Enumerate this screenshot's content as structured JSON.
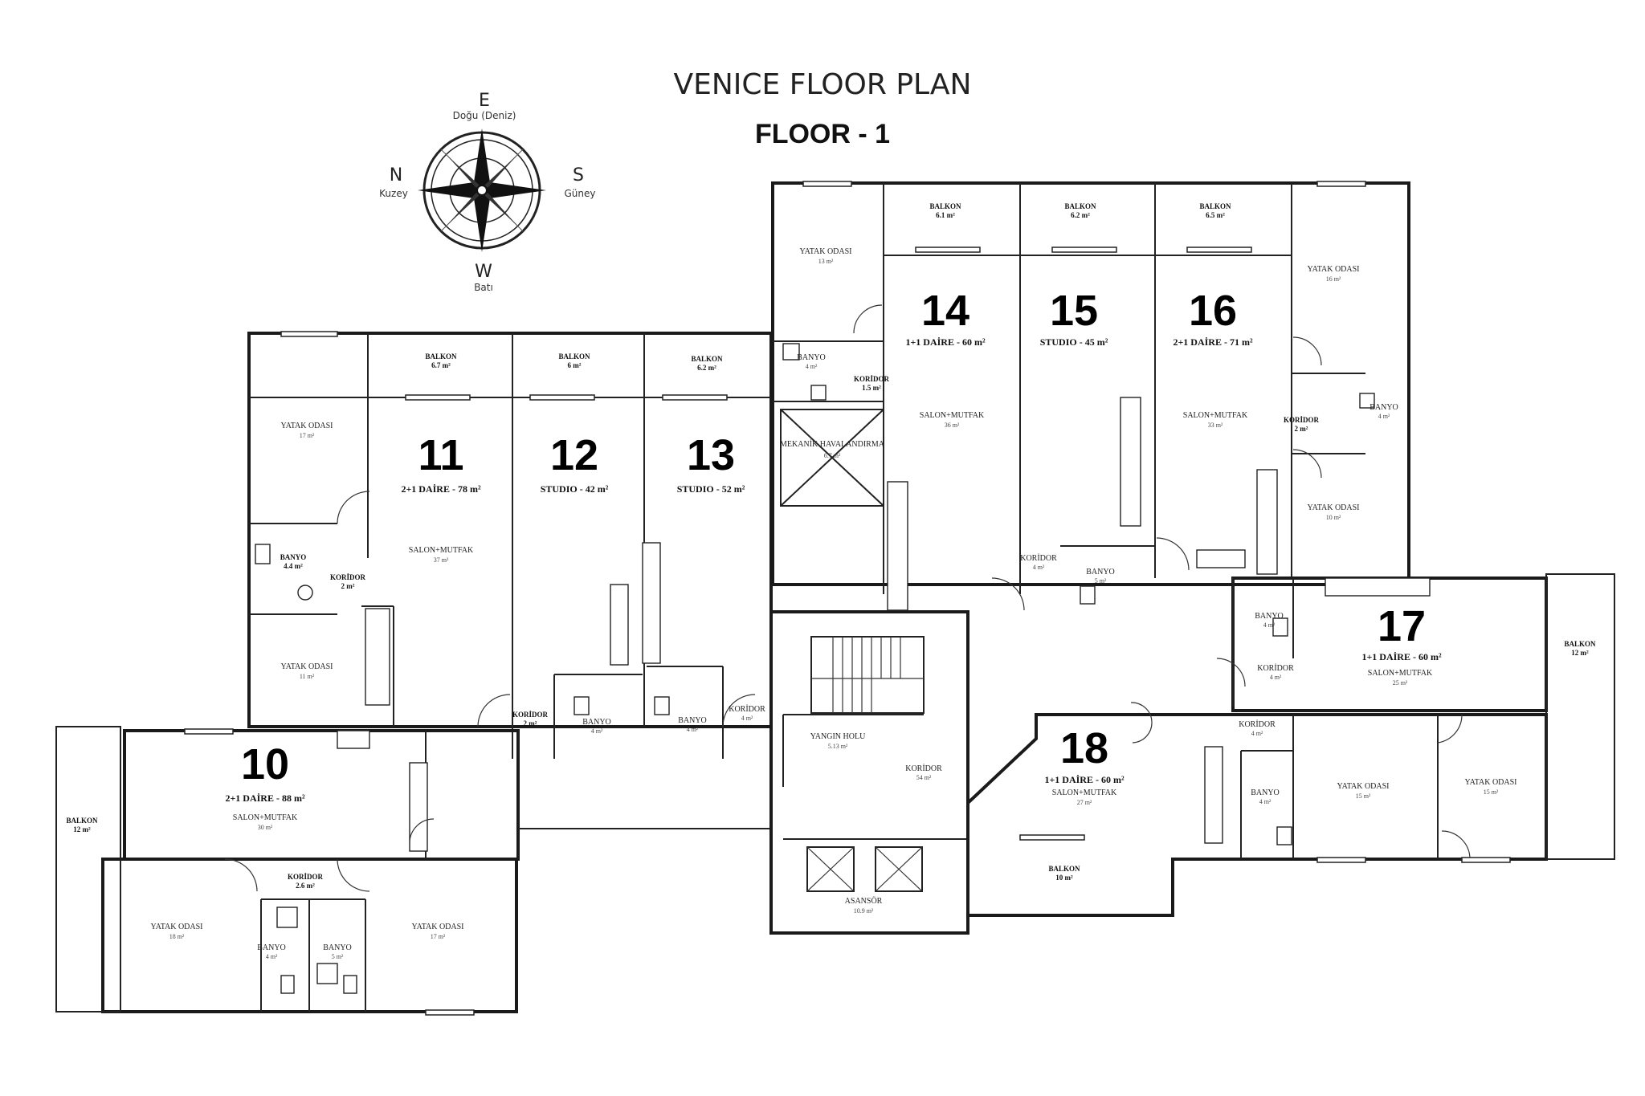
{
  "title": "VENICE FLOOR PLAN",
  "subtitle": "FLOOR - 1",
  "compass": {
    "e": "E",
    "e_sub": "Doğu (Deniz)",
    "n": "N",
    "n_sub": "Kuzey",
    "s": "S",
    "s_sub": "Güney",
    "w": "W",
    "w_sub": "Batı"
  },
  "units": [
    {
      "number": "10",
      "type": "2+1 DAİRE - 88 m²"
    },
    {
      "number": "11",
      "type": "2+1 DAİRE - 78 m²"
    },
    {
      "number": "12",
      "type": "STUDIO - 42 m²"
    },
    {
      "number": "13",
      "type": "STUDIO - 52 m²"
    },
    {
      "number": "14",
      "type": "1+1 DAİRE - 60 m²"
    },
    {
      "number": "15",
      "type": "STUDIO - 45 m²"
    },
    {
      "number": "16",
      "type": "2+1 DAİRE - 71 m²"
    },
    {
      "number": "17",
      "type": "1+1 DAİRE - 60 m²"
    },
    {
      "number": "18",
      "type": "1+1 DAİRE - 60 m²"
    }
  ],
  "rooms": [
    {
      "name": "BALKON",
      "area": "6.7 m²",
      "bold": true
    },
    {
      "name": "BALKON",
      "area": "6 m²",
      "bold": true
    },
    {
      "name": "BALKON",
      "area": "6.2 m²",
      "bold": true
    },
    {
      "name": "BALKON",
      "area": "6.1 m²",
      "bold": true
    },
    {
      "name": "BALKON",
      "area": "6.2 m²",
      "bold": true
    },
    {
      "name": "BALKON",
      "area": "6.5 m²",
      "bold": true
    },
    {
      "name": "BALKON",
      "area": "12 m²",
      "bold": true
    },
    {
      "name": "BALKON",
      "area": "12 m²",
      "bold": true
    },
    {
      "name": "BALKON",
      "area": "10 m²",
      "bold": true
    },
    {
      "name": "YATAK ODASI",
      "area": "13 m²",
      "bold": false
    },
    {
      "name": "YATAK ODASI",
      "area": "16 m²",
      "bold": false
    },
    {
      "name": "YATAK ODASI",
      "area": "17 m²",
      "bold": false
    },
    {
      "name": "YATAK ODASI",
      "area": "11 m²",
      "bold": false
    },
    {
      "name": "YATAK ODASI",
      "area": "10 m²",
      "bold": false
    },
    {
      "name": "YATAK ODASI",
      "area": "18 m²",
      "bold": false
    },
    {
      "name": "YATAK ODASI",
      "area": "17 m²",
      "bold": false
    },
    {
      "name": "YATAK ODASI",
      "area": "15 m²",
      "bold": false
    },
    {
      "name": "YATAK ODASI",
      "area": "15 m²",
      "bold": false
    },
    {
      "name": "SALON+MUTFAK",
      "area": "37 m²",
      "bold": false
    },
    {
      "name": "SALON+MUTFAK",
      "area": "36 m²",
      "bold": false
    },
    {
      "name": "SALON+MUTFAK",
      "area": "33 m²",
      "bold": false
    },
    {
      "name": "SALON+MUTFAK",
      "area": "30 m²",
      "bold": false
    },
    {
      "name": "SALON+MUTFAK",
      "area": "25 m²",
      "bold": false
    },
    {
      "name": "SALON+MUTFAK",
      "area": "27 m²",
      "bold": false
    },
    {
      "name": "BANYO",
      "area": "4.4 m²",
      "bold": true
    },
    {
      "name": "BANYO",
      "area": "4 m²",
      "bold": false
    },
    {
      "name": "BANYO",
      "area": "4 m²",
      "bold": false
    },
    {
      "name": "BANYO",
      "area": "4 m²",
      "bold": false
    },
    {
      "name": "BANYO",
      "area": "5 m²",
      "bold": false
    },
    {
      "name": "BANYO",
      "area": "4 m²",
      "bold": false
    },
    {
      "name": "BANYO",
      "area": "4 m²",
      "bold": false
    },
    {
      "name": "BANYO",
      "area": "4 m²",
      "bold": false
    },
    {
      "name": "BANYO",
      "area": "4 m²",
      "bold": false
    },
    {
      "name": "BANYO",
      "area": "5 m²",
      "bold": false
    },
    {
      "name": "KORİDOR",
      "area": "2 m²",
      "bold": true
    },
    {
      "name": "KORİDOR",
      "area": "2 m²",
      "bold": true
    },
    {
      "name": "KORİDOR",
      "area": "4 m²",
      "bold": false
    },
    {
      "name": "KORİDOR",
      "area": "1.5 m²",
      "bold": true
    },
    {
      "name": "KORİDOR",
      "area": "4 m²",
      "bold": false
    },
    {
      "name": "KORİDOR",
      "area": "2 m²",
      "bold": true
    },
    {
      "name": "KORİDOR",
      "area": "4 m²",
      "bold": false
    },
    {
      "name": "KORİDOR",
      "area": "4 m²",
      "bold": false
    },
    {
      "name": "KORİDOR",
      "area": "54 m²",
      "bold": false
    },
    {
      "name": "KORİDOR",
      "area": "2.6 m²",
      "bold": true
    },
    {
      "name": "MEKANİK HAVALANDIRMA",
      "area": "6.7 m²",
      "bold": false
    },
    {
      "name": "YANGIN HOLU",
      "area": "5.13 m²",
      "bold": false
    },
    {
      "name": "ASANSÖR",
      "area": "10.9 m²",
      "bold": false
    }
  ]
}
